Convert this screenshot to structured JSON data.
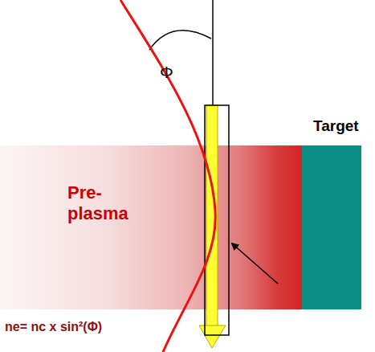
{
  "diagram": {
    "nodes": [
      {
        "text": [
          "Pre- plasma"
        ]
      },
      {
        "text": [
          "Target"
        ]
      }
    ],
    "labels": [
      "Φ",
      "ne= nc x sin²(Φ)"
    ]
  }
}
